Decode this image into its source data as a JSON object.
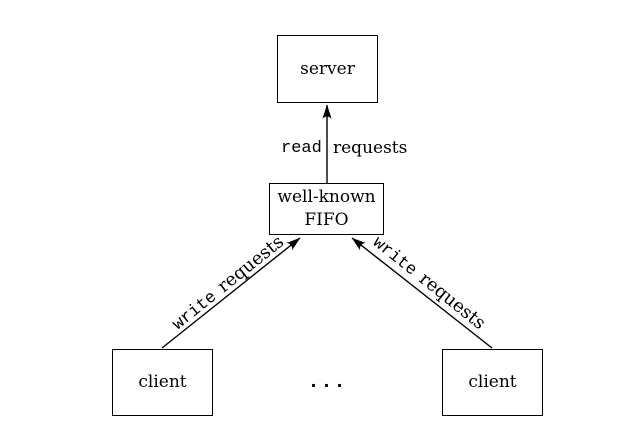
{
  "colors": {
    "background": "#ffffff",
    "line": "#000000",
    "text": "#000000"
  },
  "nodes": {
    "server": {
      "label": "server"
    },
    "fifo": {
      "line1": "well-known",
      "line2": "FIFO"
    },
    "client_left": {
      "label": "client"
    },
    "client_right": {
      "label": "client"
    }
  },
  "edges": {
    "read": {
      "verb": "read",
      "noun": "requests"
    },
    "write_left": {
      "verb": "write",
      "noun": "requests"
    },
    "write_right": {
      "verb": "write",
      "noun": "requests"
    }
  },
  "ellipsis": "..."
}
